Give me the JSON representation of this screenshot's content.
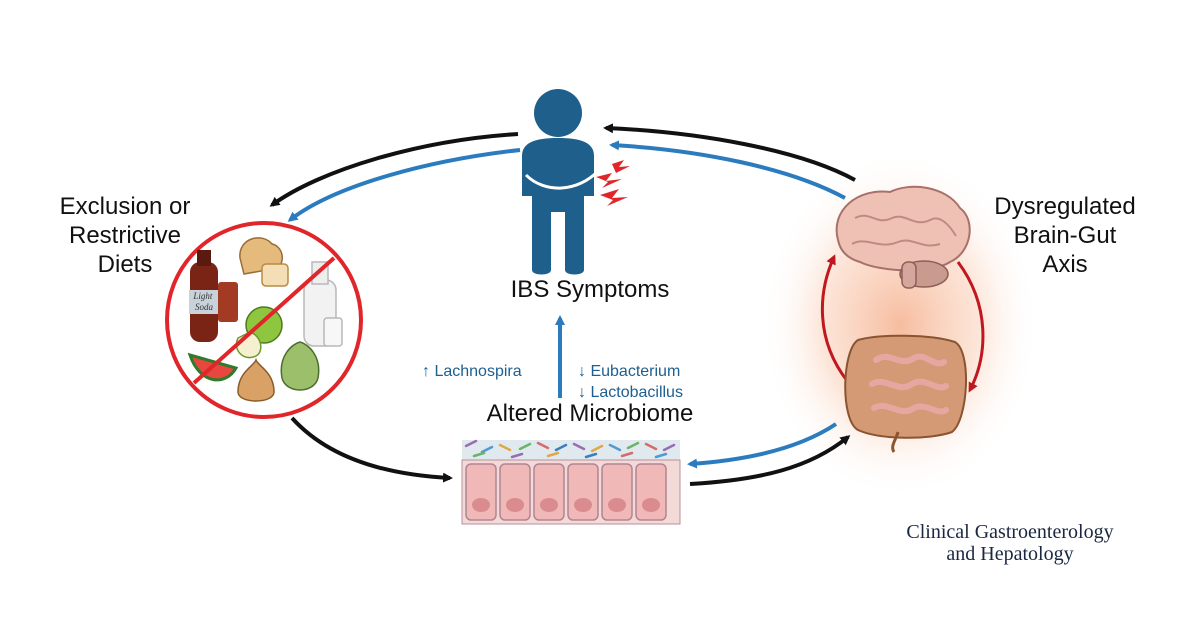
{
  "labels": {
    "diets": "Exclusion or\nRestrictive\nDiets",
    "brain_gut": "Dysregulated\nBrain-Gut\nAxis",
    "ibs": "IBS Symptoms",
    "microbiome": "Altered Microbiome",
    "increase_taxa": "↑ Lachnospira",
    "decrease_taxa_1": "↓ Eubacterium",
    "decrease_taxa_2": "↓ Lactobacillus"
  },
  "food_items": {
    "soda_label": "Light\nSoda"
  },
  "journal": "Clinical Gastroenterology\nand Hepatology",
  "colors": {
    "black_arrow": "#111111",
    "blue_arrow": "#2b7bbf",
    "red_arrow": "#c0181e",
    "person": "#1f5f8b",
    "no_sign": "#e0262b",
    "glow": "#f9d3b8",
    "text_blue": "#1d5f8f"
  },
  "icons": [
    "person-icon",
    "pain-icon",
    "no-sign-icon",
    "brain-icon",
    "intestine-icon",
    "gut-epithelium-icon"
  ]
}
